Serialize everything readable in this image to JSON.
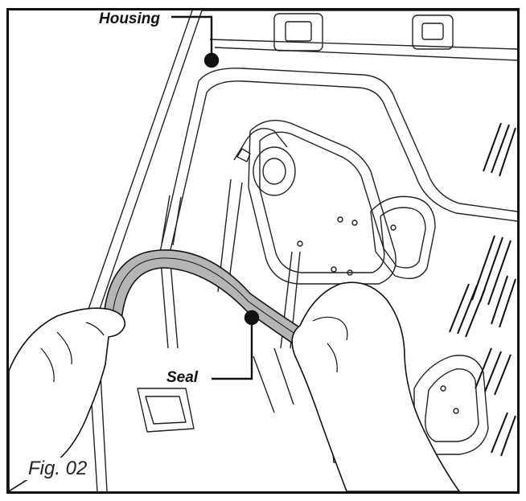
{
  "callouts": {
    "housing": "Housing",
    "seal": "Seal"
  },
  "figure": {
    "label": "Fig. 02"
  },
  "colors": {
    "line": "#111111",
    "seal_fill": "#b5b5b5",
    "hand_fill": "#ffffff"
  }
}
